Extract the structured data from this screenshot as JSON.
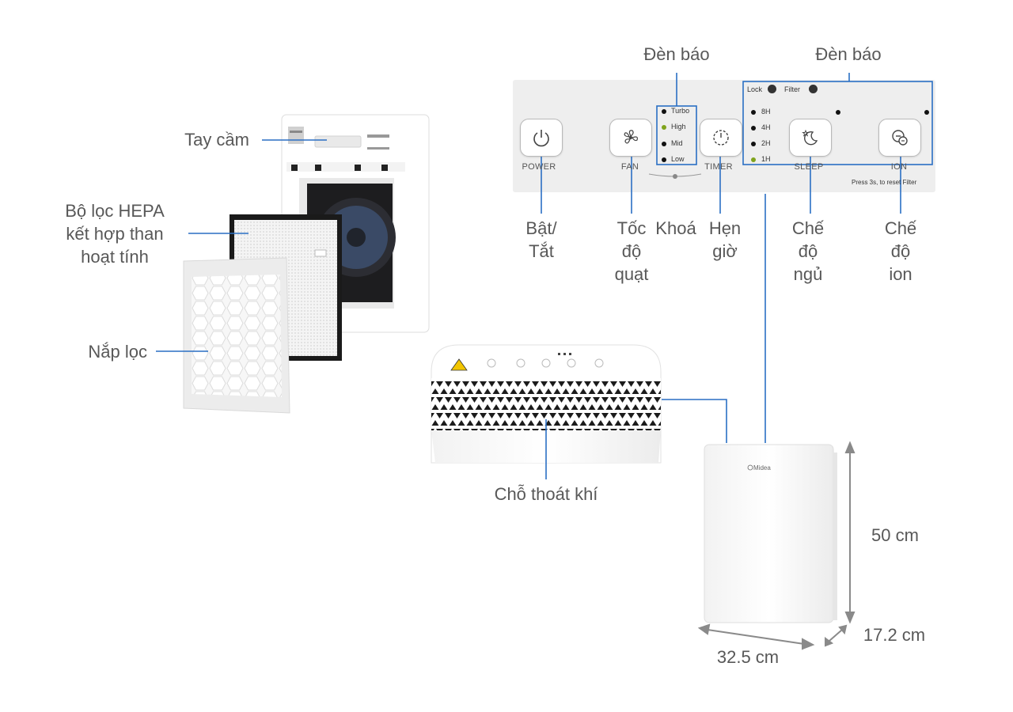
{
  "parts": {
    "handle": "Tay cầm",
    "hepa_filter": [
      "Bộ lọc HEPA",
      "kết hợp than",
      "hoạt tính"
    ],
    "filter_cover": "Nắp lọc",
    "air_outlet": "Chỗ thoát khí"
  },
  "indicator_titles": {
    "left": "Đèn báo",
    "right": "Đèn báo"
  },
  "panel": {
    "lock": "Lock",
    "filter": "Filter",
    "fan_speeds": [
      "Turbo",
      "High",
      "Mid",
      "Low"
    ],
    "timer_hours": [
      "8H",
      "4H",
      "2H",
      "1H"
    ],
    "buttons": [
      "POWER",
      "FAN",
      "TIMER",
      "SLEEP",
      "ION"
    ],
    "reset_note": "Press 3s, to reset Filter"
  },
  "functions": {
    "power": [
      "Bật/",
      "Tắt"
    ],
    "fan": [
      "Tốc",
      "độ",
      "quạt"
    ],
    "lock": "Khoá",
    "timer": [
      "Hẹn",
      "giờ"
    ],
    "sleep": [
      "Chế",
      "độ",
      "ngủ"
    ],
    "ion": [
      "Chế",
      "độ",
      "ion"
    ]
  },
  "brand": "Midea",
  "dimensions": {
    "height": "50 cm",
    "width": "32.5 cm",
    "depth": "17.2 cm"
  },
  "colors": {
    "line": "#2a6fc4",
    "indicator_on": "#7fa31c",
    "panel": "#eeeeee"
  }
}
